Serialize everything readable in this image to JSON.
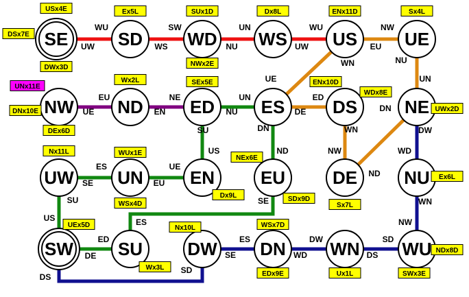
{
  "colors": {
    "red": "#ee1111",
    "purple": "#800080",
    "green": "#118811",
    "orange": "#dd8811",
    "navy": "#101090",
    "tag_yellow": "#ffff00",
    "tag_magenta": "#ff00ff"
  },
  "nodes": [
    {
      "id": "SE",
      "label": "SE",
      "double": true
    },
    {
      "id": "SD",
      "label": "SD"
    },
    {
      "id": "WD",
      "label": "WD"
    },
    {
      "id": "WS",
      "label": "WS"
    },
    {
      "id": "US",
      "label": "US"
    },
    {
      "id": "UE",
      "label": "UE"
    },
    {
      "id": "NW",
      "label": "NW"
    },
    {
      "id": "ND",
      "label": "ND"
    },
    {
      "id": "ED",
      "label": "ED"
    },
    {
      "id": "ES",
      "label": "ES"
    },
    {
      "id": "DS",
      "label": "DS"
    },
    {
      "id": "NE",
      "label": "NE"
    },
    {
      "id": "UW",
      "label": "UW"
    },
    {
      "id": "UN",
      "label": "UN"
    },
    {
      "id": "EN",
      "label": "EN"
    },
    {
      "id": "EU",
      "label": "EU"
    },
    {
      "id": "DE",
      "label": "DE"
    },
    {
      "id": "NU",
      "label": "NU"
    },
    {
      "id": "SW",
      "label": "SW",
      "double": true
    },
    {
      "id": "SU",
      "label": "SU"
    },
    {
      "id": "DW",
      "label": "DW"
    },
    {
      "id": "DN",
      "label": "DN"
    },
    {
      "id": "WN",
      "label": "WN"
    },
    {
      "id": "WU",
      "label": "WU"
    }
  ],
  "edges": [
    {
      "from": "SE",
      "to": "SD",
      "color": "red"
    },
    {
      "from": "SD",
      "to": "WD",
      "color": "red"
    },
    {
      "from": "WD",
      "to": "WS",
      "color": "red"
    },
    {
      "from": "WS",
      "to": "US",
      "color": "red"
    },
    {
      "from": "US",
      "to": "UE",
      "color": "orange"
    },
    {
      "from": "UE",
      "to": "NE",
      "color": "orange"
    },
    {
      "from": "US",
      "to": "ES",
      "color": "orange"
    },
    {
      "from": "ES",
      "to": "DS",
      "color": "orange"
    },
    {
      "from": "DS",
      "to": "DE",
      "color": "orange"
    },
    {
      "from": "DE",
      "to": "NE",
      "color": "orange"
    },
    {
      "from": "NW",
      "to": "ND",
      "color": "purple"
    },
    {
      "from": "ND",
      "to": "ED",
      "color": "purple"
    },
    {
      "from": "ED",
      "to": "ES",
      "color": "green"
    },
    {
      "from": "ED",
      "to": "EN",
      "color": "green"
    },
    {
      "from": "ES",
      "to": "EU",
      "color": "green"
    },
    {
      "from": "UW",
      "to": "UN",
      "color": "green"
    },
    {
      "from": "UN",
      "to": "EN",
      "color": "green"
    },
    {
      "from": "UW",
      "to": "SW",
      "color": "green"
    },
    {
      "from": "SW",
      "to": "SU",
      "color": "green"
    },
    {
      "from": "SU",
      "to": "EU",
      "color": "green"
    },
    {
      "from": "NE",
      "to": "NU",
      "color": "navy"
    },
    {
      "from": "NU",
      "to": "WU",
      "color": "navy"
    },
    {
      "from": "WU",
      "to": "WN",
      "color": "navy"
    },
    {
      "from": "WN",
      "to": "DN",
      "color": "navy"
    },
    {
      "from": "DN",
      "to": "DW",
      "color": "navy"
    },
    {
      "from": "DW",
      "to": "SW",
      "color": "navy"
    }
  ],
  "port_labels": [
    {
      "node": "SE",
      "text": "UW"
    },
    {
      "node": "SD",
      "text": "WU"
    },
    {
      "node": "SD",
      "text": "WS"
    },
    {
      "node": "WD",
      "text": "SW"
    },
    {
      "node": "WD",
      "text": "NU"
    },
    {
      "node": "WS",
      "text": "UN"
    },
    {
      "node": "WS",
      "text": "UW"
    },
    {
      "node": "US",
      "text": "WU"
    },
    {
      "node": "US",
      "text": "WN"
    },
    {
      "node": "US",
      "text": "EU"
    },
    {
      "node": "UE",
      "text": "NW"
    },
    {
      "node": "UE",
      "text": "NU"
    },
    {
      "node": "NW",
      "text": "UE"
    },
    {
      "node": "ND",
      "text": "EU"
    },
    {
      "node": "ND",
      "text": "EN"
    },
    {
      "node": "ED",
      "text": "NE"
    },
    {
      "node": "ED",
      "text": "NU"
    },
    {
      "node": "ED",
      "text": "SU"
    },
    {
      "node": "ES",
      "text": "UE"
    },
    {
      "node": "ES",
      "text": "UN"
    },
    {
      "node": "ES",
      "text": "DE"
    },
    {
      "node": "ES",
      "text": "DN"
    },
    {
      "node": "DS",
      "text": "ED"
    },
    {
      "node": "DS",
      "text": "WN"
    },
    {
      "node": "NE",
      "text": "UN"
    },
    {
      "node": "NE",
      "text": "DN"
    },
    {
      "node": "NE",
      "text": "DW"
    },
    {
      "node": "EN",
      "text": "US"
    },
    {
      "node": "EN",
      "text": "UE"
    },
    {
      "node": "EU",
      "text": "ND"
    },
    {
      "node": "EU",
      "text": "SE"
    },
    {
      "node": "DE",
      "text": "NW"
    },
    {
      "node": "DE",
      "text": "ND"
    },
    {
      "node": "NU",
      "text": "WD"
    },
    {
      "node": "NU",
      "text": "WN"
    },
    {
      "node": "UW",
      "text": "SE"
    },
    {
      "node": "UW",
      "text": "SU"
    },
    {
      "node": "UN",
      "text": "ES"
    },
    {
      "node": "UN",
      "text": "EU"
    },
    {
      "node": "SW",
      "text": "US"
    },
    {
      "node": "SW",
      "text": "DS"
    },
    {
      "node": "SU",
      "text": "ED"
    },
    {
      "node": "SU",
      "text": "DE"
    },
    {
      "node": "SU",
      "text": "ES"
    },
    {
      "node": "DW",
      "text": "SE"
    },
    {
      "node": "DW",
      "text": "SD"
    },
    {
      "node": "DN",
      "text": "ES"
    },
    {
      "node": "DN",
      "text": "WD"
    },
    {
      "node": "WN",
      "text": "DW"
    },
    {
      "node": "WN",
      "text": "DS"
    },
    {
      "node": "WU",
      "text": "NW"
    },
    {
      "node": "WU",
      "text": "SD"
    }
  ],
  "tags": [
    {
      "node": "SE",
      "text": "USx4E",
      "color": "tag_yellow"
    },
    {
      "node": "SE",
      "text": "DSx7E",
      "color": "tag_yellow"
    },
    {
      "node": "SE",
      "text": "DWx3D",
      "color": "tag_yellow"
    },
    {
      "node": "SD",
      "text": "Ex5L",
      "color": "tag_yellow"
    },
    {
      "node": "WD",
      "text": "SUx1D",
      "color": "tag_yellow"
    },
    {
      "node": "WD",
      "text": "NWx2E",
      "color": "tag_yellow"
    },
    {
      "node": "WS",
      "text": "Dx8L",
      "color": "tag_yellow"
    },
    {
      "node": "US",
      "text": "ENx11D",
      "color": "tag_yellow"
    },
    {
      "node": "UE",
      "text": "Sx4L",
      "color": "tag_yellow"
    },
    {
      "node": "NW",
      "text": "UNx11E",
      "color": "tag_magenta"
    },
    {
      "node": "NW",
      "text": "DNx10E",
      "color": "tag_yellow"
    },
    {
      "node": "NW",
      "text": "DEx6D",
      "color": "tag_yellow"
    },
    {
      "node": "ND",
      "text": "Wx2L",
      "color": "tag_yellow"
    },
    {
      "node": "ED",
      "text": "SEx5E",
      "color": "tag_yellow"
    },
    {
      "node": "DS",
      "text": "ENx10D",
      "color": "tag_yellow"
    },
    {
      "node": "DS",
      "text": "WDx8E",
      "color": "tag_yellow"
    },
    {
      "node": "NE",
      "text": "UWx2D",
      "color": "tag_yellow"
    },
    {
      "node": "UW",
      "text": "Nx11L",
      "color": "tag_yellow"
    },
    {
      "node": "UN",
      "text": "WUx1E",
      "color": "tag_yellow"
    },
    {
      "node": "UN",
      "text": "WSx4D",
      "color": "tag_yellow"
    },
    {
      "node": "EN",
      "text": "Dx9L",
      "color": "tag_yellow"
    },
    {
      "node": "EU",
      "text": "NEx6E",
      "color": "tag_yellow"
    },
    {
      "node": "EU",
      "text": "SDx9D",
      "color": "tag_yellow"
    },
    {
      "node": "DE",
      "text": "Sx7L",
      "color": "tag_yellow"
    },
    {
      "node": "NU",
      "text": "Ex6L",
      "color": "tag_yellow"
    },
    {
      "node": "SW",
      "text": "UEx5D",
      "color": "tag_yellow"
    },
    {
      "node": "SU",
      "text": "Wx3L",
      "color": "tag_yellow"
    },
    {
      "node": "DW",
      "text": "Nx10L",
      "color": "tag_yellow"
    },
    {
      "node": "DN",
      "text": "WSx7D",
      "color": "tag_yellow"
    },
    {
      "node": "DN",
      "text": "EDx9E",
      "color": "tag_yellow"
    },
    {
      "node": "WN",
      "text": "Ux1L",
      "color": "tag_yellow"
    },
    {
      "node": "WU",
      "text": "NDx8D",
      "color": "tag_yellow"
    },
    {
      "node": "WU",
      "text": "SWx3E",
      "color": "tag_yellow"
    }
  ]
}
